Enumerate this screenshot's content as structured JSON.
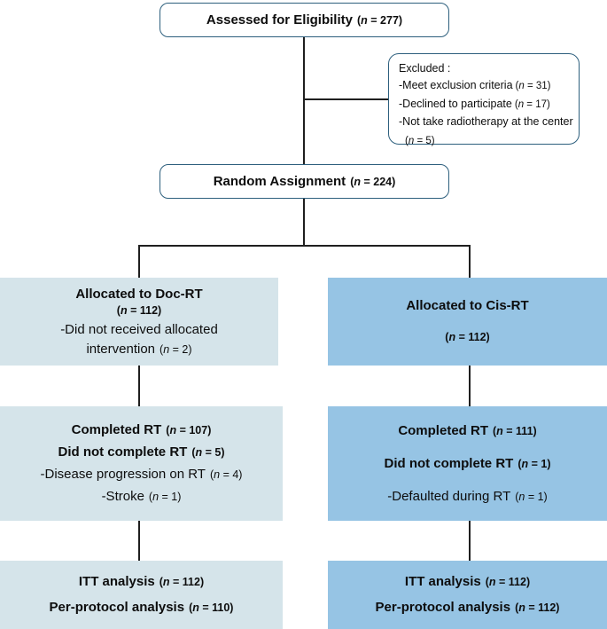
{
  "colors": {
    "outline_box_border": "#2d5f7d",
    "left_column_fill": "#d5e4ea",
    "right_column_fill": "#96c4e4",
    "connector_line": "#1f1f1f",
    "text": "#0d0d0d"
  },
  "boxes": {
    "assessed": {
      "text": "Assessed for Eligibility",
      "count": "(n = 277)"
    },
    "excluded": {
      "title": "Excluded :",
      "items": [
        {
          "text": "-Meet exclusion criteria",
          "count": "(n = 31)"
        },
        {
          "text": "-Declined to participate",
          "count": "(n = 17)"
        },
        {
          "text": "-Not take radiotherapy at the center",
          "count": ""
        },
        {
          "text": "",
          "count": "(n = 5)"
        }
      ]
    },
    "random": {
      "text": "Random Assignment",
      "count": "(n = 224)"
    },
    "alloc_left": {
      "line1": "Allocated to Doc-RT",
      "line1_count": "(n = 112)",
      "line2": "-Did not received allocated",
      "line3": "intervention",
      "line3_count": "(n = 2)"
    },
    "alloc_right": {
      "line1": "Allocated to Cis-RT",
      "line1_count": "(n = 112)"
    },
    "completed_left": {
      "lines": [
        {
          "text": "Completed RT",
          "count": "(n = 107)"
        },
        {
          "text": "Did not complete RT",
          "count": "(n = 5)"
        },
        {
          "text": "-Disease progression on RT",
          "count": "(n = 4)"
        },
        {
          "text": "-Stroke",
          "count": "(n = 1)"
        }
      ]
    },
    "completed_right": {
      "lines": [
        {
          "text": "Completed RT",
          "count": "(n = 111)"
        },
        {
          "text": "Did not complete RT",
          "count": "(n = 1)"
        },
        {
          "text": "-Defaulted during RT",
          "count": "(n = 1)"
        }
      ]
    },
    "itt_left": {
      "lines": [
        {
          "text": "ITT analysis",
          "count": "(n = 112)"
        },
        {
          "text": "Per-protocol analysis",
          "count": "(n = 110)"
        }
      ]
    },
    "itt_right": {
      "lines": [
        {
          "text": "ITT analysis",
          "count": "(n = 112)"
        },
        {
          "text": "Per-protocol analysis",
          "count": "(n = 112)"
        }
      ]
    }
  }
}
